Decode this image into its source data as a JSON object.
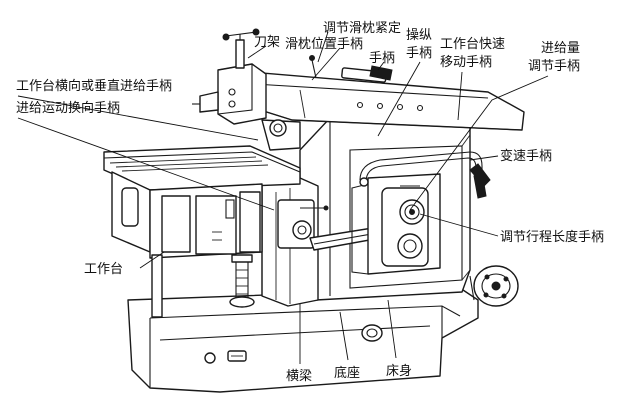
{
  "labels": {
    "tool_rest": "刀架",
    "adjust_ram_lock_1": "调节滑枕紧定",
    "adjust_ram_lock_2": "滑枕位置手柄",
    "ram_tag": "手柄",
    "lever_1": "操纵",
    "lever_2": "手柄",
    "table_fast_1": "工作台快速",
    "table_fast_2": "移动手柄",
    "feed_adjust_1": "进给量",
    "feed_adjust_2": "调节手柄",
    "table_feed_lever": "工作台横向或垂直进给手柄",
    "feed_reverse_lever": "进给运动换向手柄",
    "speed_lever": "变速手柄",
    "stroke_adjust_lever": "调节行程长度手柄",
    "worktable": "工作台",
    "crossbeam": "横梁",
    "base": "底座",
    "bed": "床身"
  },
  "colors": {
    "ink": "#1a1a1a",
    "paper": "#ffffff"
  }
}
